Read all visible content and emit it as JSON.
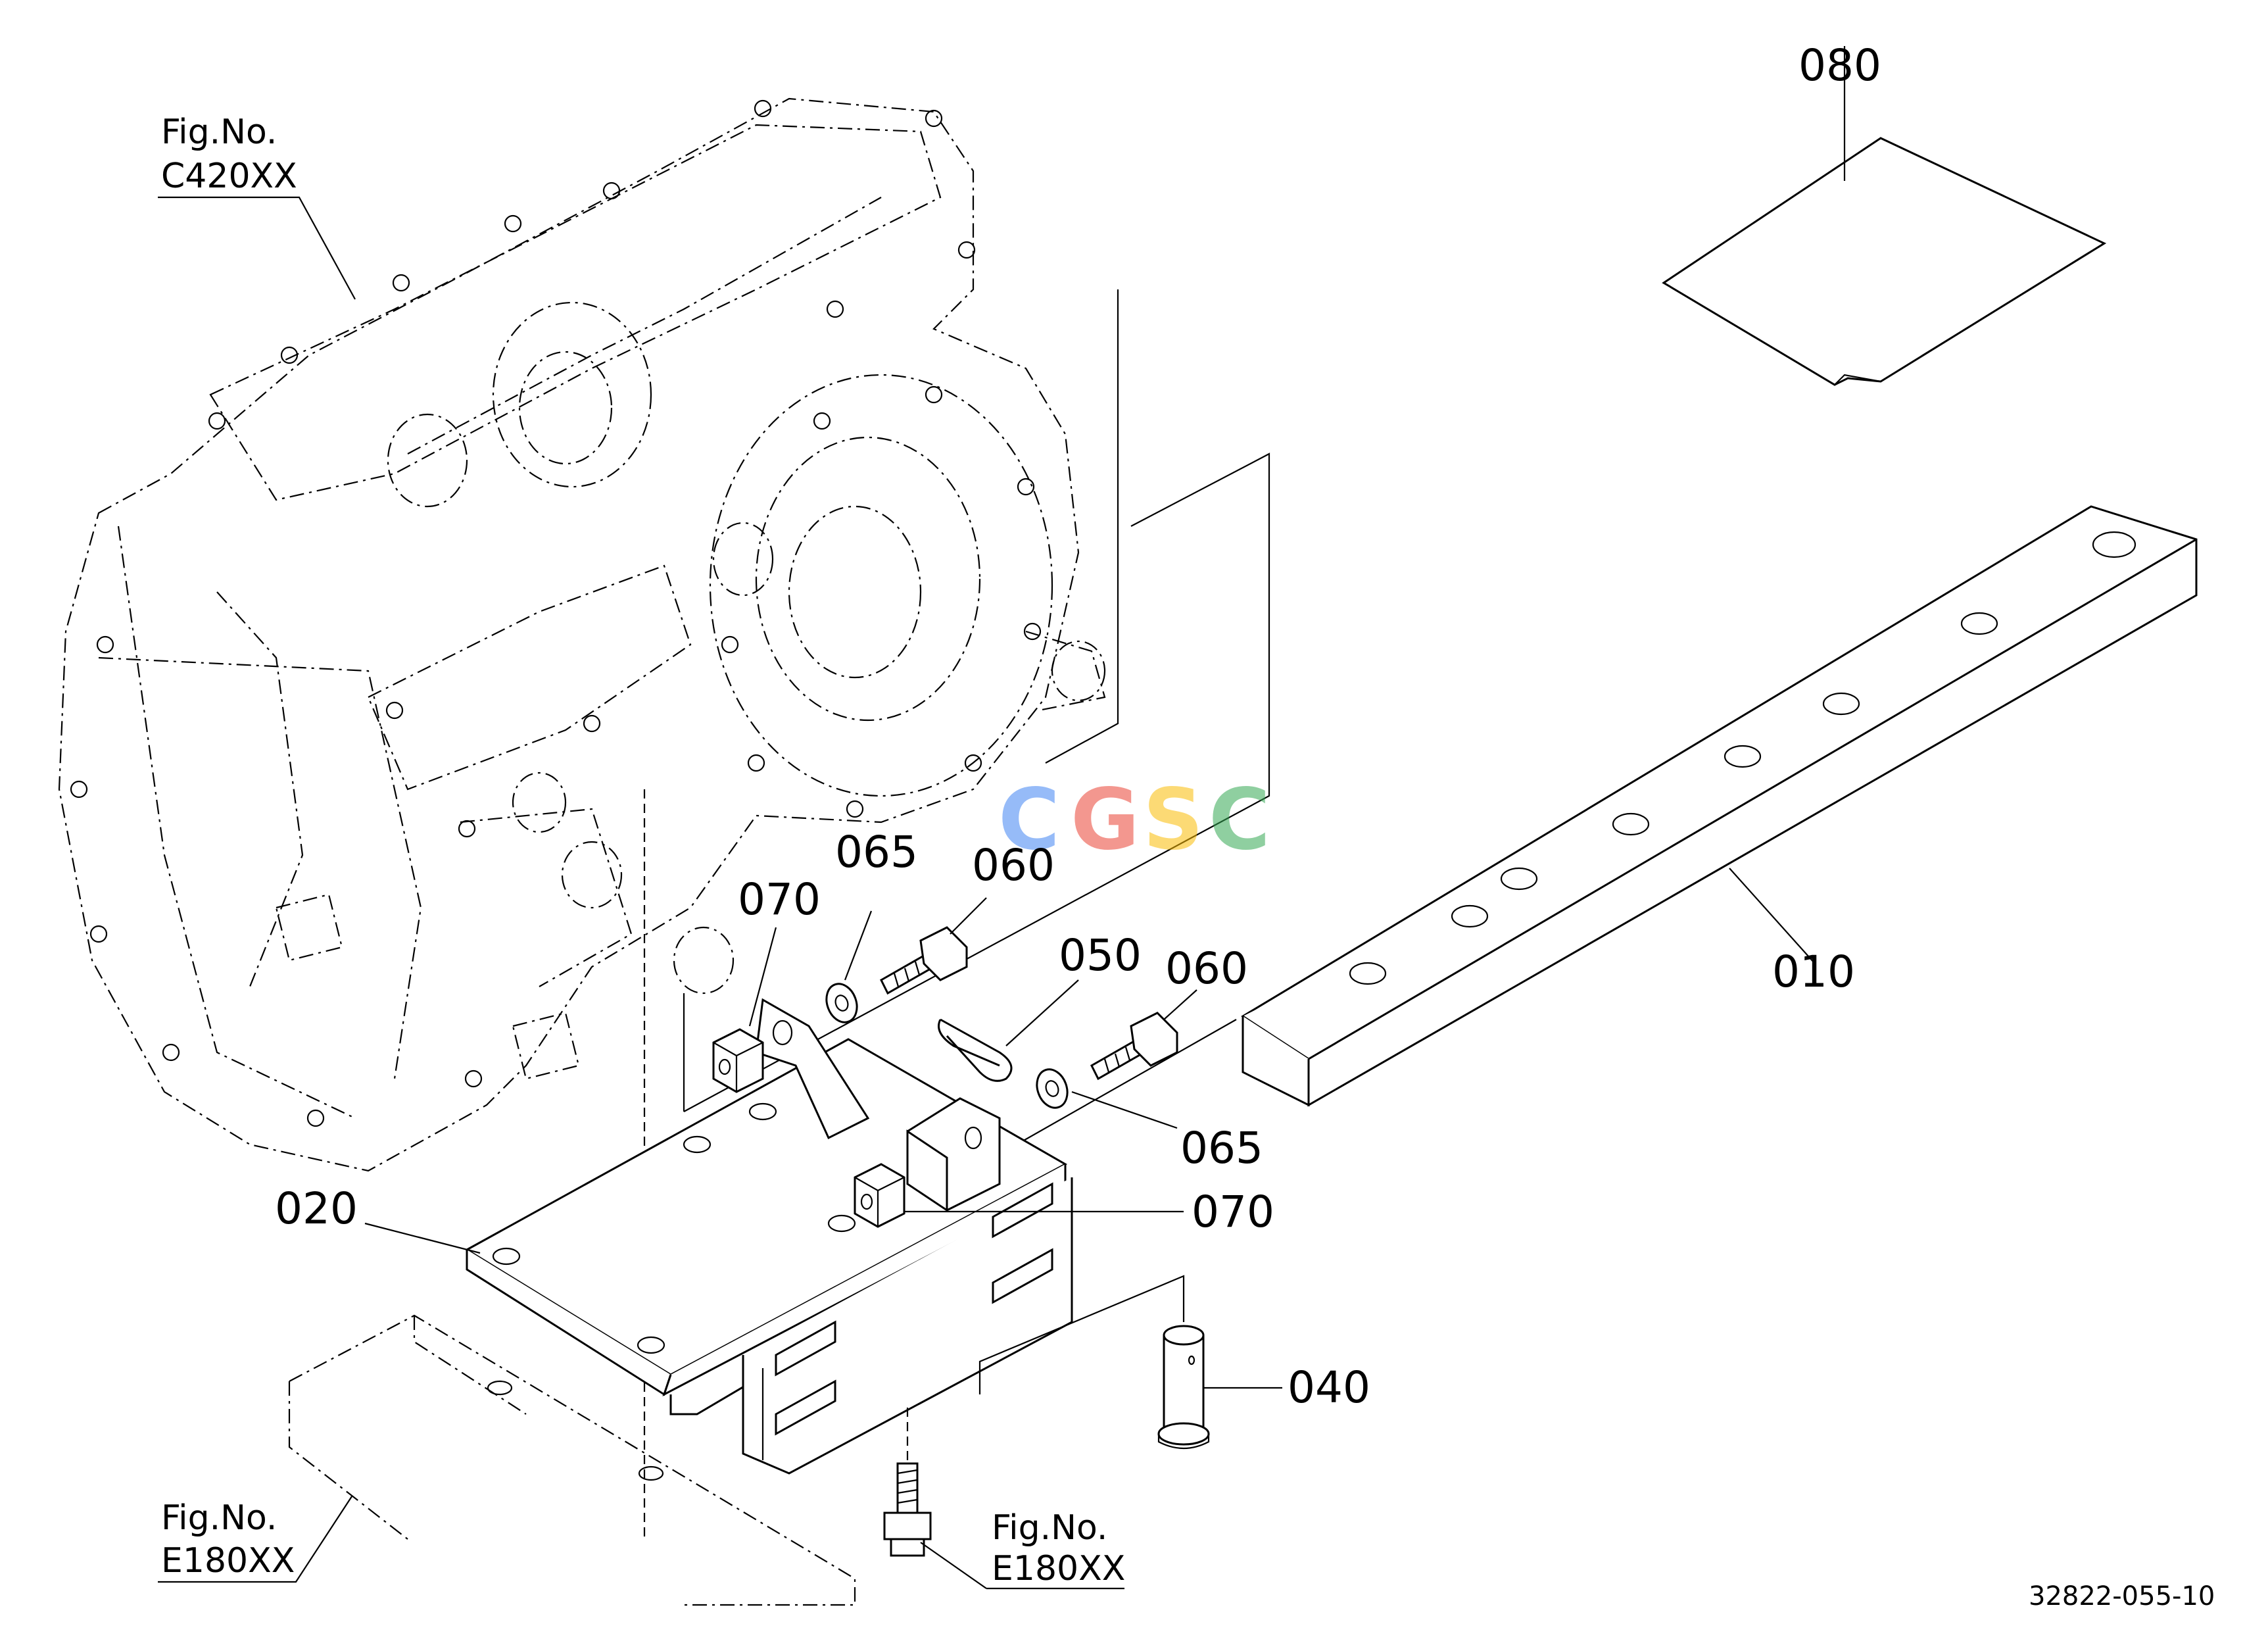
{
  "labels": {
    "p080": "080",
    "p010": "010",
    "p065_top": "065",
    "p060_top": "060",
    "p070_top": "070",
    "p050": "050",
    "p060_right": "060",
    "p065_right": "065",
    "p070_right": "070",
    "p020": "020",
    "p040": "040"
  },
  "figrefs": {
    "top_left": {
      "line1": "Fig.No.",
      "line2": "C420XX"
    },
    "bottom_left": {
      "line1": "Fig.No.",
      "line2": "E180XX"
    },
    "bottom_mid": {
      "line1": "Fig.No.",
      "line2": "E180XX"
    }
  },
  "watermark": {
    "letters": [
      "C",
      "G",
      "S",
      "C"
    ],
    "colors": [
      "#4285F4",
      "#EA4335",
      "#FBBC05",
      "#34A853"
    ]
  },
  "drawing_code": "32822-055-10"
}
